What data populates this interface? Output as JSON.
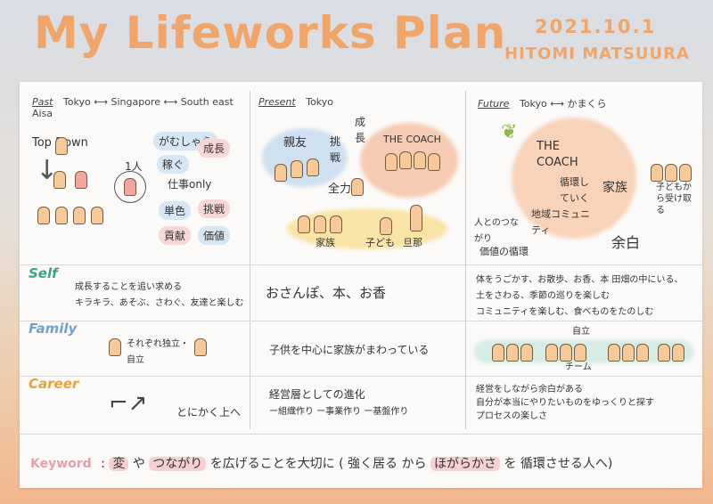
{
  "header": {
    "title": "My Lifeworks Plan",
    "date": "2021.10.1",
    "author": "HITOMI MATSUURA"
  },
  "columns": {
    "past": {
      "label": "Past",
      "place": "Tokyo ⟷ Singapore ⟷ South east Aisa"
    },
    "present": {
      "label": "Present",
      "place": "Tokyo"
    },
    "future": {
      "label": "Future",
      "place": "Tokyo ⟷ かまくら"
    }
  },
  "past_panel": {
    "top_down": "Top Down",
    "one_person": "1人",
    "tags": [
      "がむしゃら",
      "成長",
      "稼ぐ",
      "仕事only",
      "挑戦",
      "単色",
      "貢献",
      "価値"
    ]
  },
  "present_panel": {
    "friends": "親友",
    "challenge": "挑戦",
    "growth": "成長",
    "the_coach": "THE COACH",
    "full_power": "全力",
    "family": "家族",
    "children": "子ども",
    "husband": "旦那"
  },
  "future_panel": {
    "the_coach": "THE COACH",
    "family": "家族",
    "cycle": "循環していく",
    "community": "地域コミュニティ",
    "connection": "人とのつながり",
    "value_cycle": "価値の循環",
    "slack": "余白",
    "children_receive": "子どもから受け取る"
  },
  "rows": {
    "self": {
      "label": "Self",
      "past": "成長することを追い求める\nキラキラ、あそぶ、さわぐ、友達と楽しむ",
      "present": "おさんぽ、本、お香",
      "future": "体をうごかす、お散歩、お香、本 田畑の中にいる、\n土をさわる、季節の巡りを楽しむ\nコミュニティを楽しむ、食べものをたのしむ"
    },
    "family": {
      "label": "Family",
      "past": "それぞれ独立・自立",
      "present": "子供を中心に家族がまわっている",
      "future_top": "自立",
      "future_bottom": "チーム"
    },
    "career": {
      "label": "Career",
      "past": "とにかく上へ",
      "present_title": "経営層としての進化",
      "present": "ー組織作り ー事業作り ー基盤作り",
      "future": [
        "経営をしながら余白がある",
        "自分が本当にやりたいものをゆっくりと探す",
        "プロセスの楽しさ"
      ]
    }
  },
  "keyword": {
    "label": "Keyword",
    "text_a": "変",
    "text_b": "や",
    "text_c": "つながり",
    "text_d": "を広げることを大切に ( 強く居る から",
    "text_e": "ほがらかさ",
    "text_f": "を 循環させる人へ)"
  },
  "colors": {
    "title": "#f0a66a",
    "self": "#3fa37f",
    "family": "#6fa2cf",
    "career": "#e8a13a",
    "keyword": "#e79ea7"
  }
}
